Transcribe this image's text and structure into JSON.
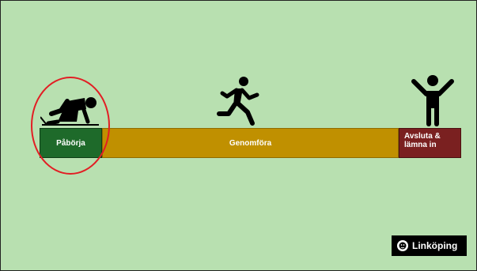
{
  "stages": {
    "start_label": "Påbörja",
    "middle_label": "Genomföra",
    "end_label_line1": "Avsluta &",
    "end_label_line2": "lämna in"
  },
  "logo": {
    "text": "Linköping",
    "icon": "lion-emblem-icon"
  },
  "icons": [
    "sprinter-start-icon",
    "running-person-icon",
    "celebrating-person-icon"
  ],
  "colors": {
    "background": "#b8e0b0",
    "start": "#1e6a2a",
    "middle": "#c09000",
    "end": "#7a2020",
    "highlight": "#e21e24"
  }
}
